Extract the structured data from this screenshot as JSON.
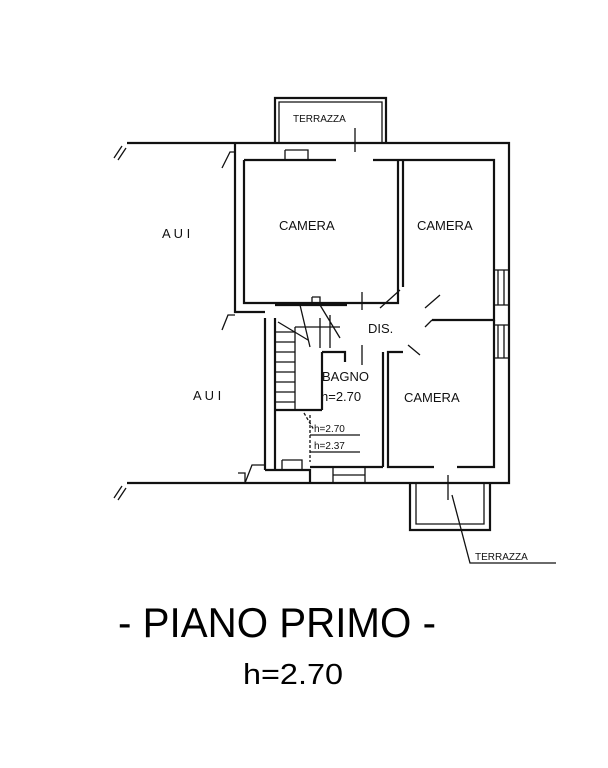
{
  "plan": {
    "rooms": {
      "terrace_top": "TERRAZZA",
      "terrace_bottom": "TERRAZZA",
      "camera_1": "CAMERA",
      "camera_2": "CAMERA",
      "camera_3": "CAMERA",
      "dis": "DIS.",
      "bagno": "BAGNO",
      "bagno_height": "h=2.70",
      "aui_top": "A U I",
      "aui_bottom": "A U I",
      "height_a": "h=2.70",
      "height_b": "h=2.37"
    }
  },
  "title": {
    "main": "- PIANO PRIMO -",
    "height": "h=2.70"
  }
}
